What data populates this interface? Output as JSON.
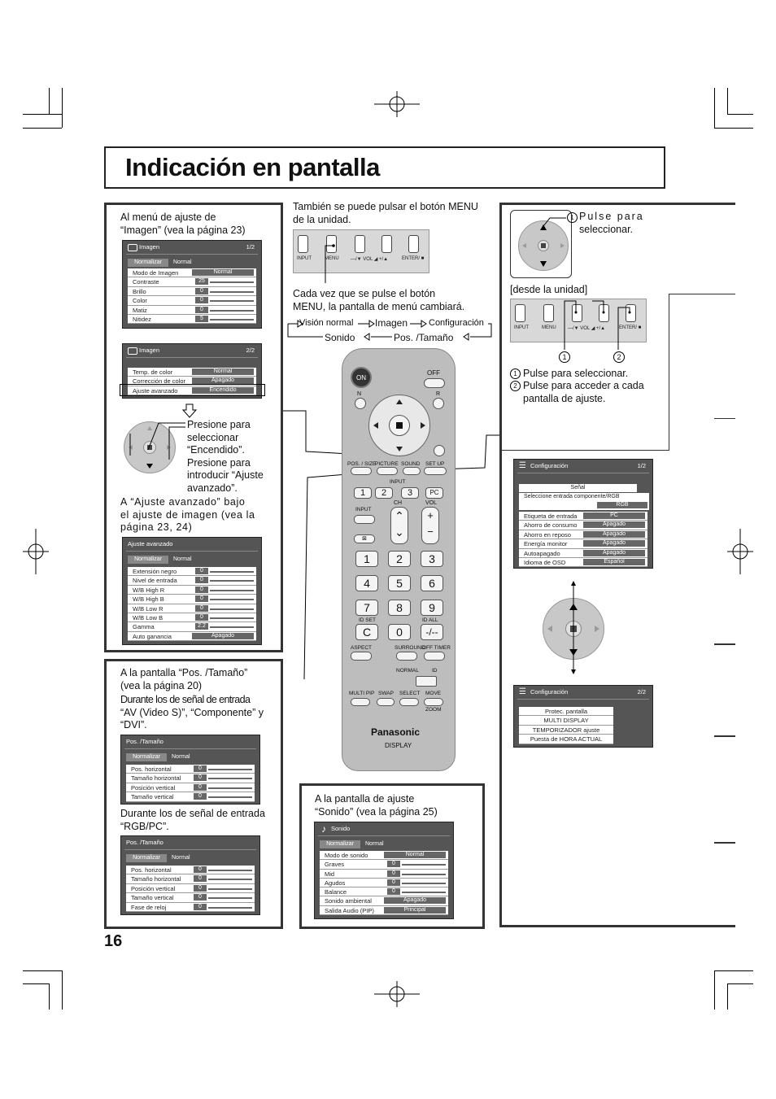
{
  "page_title": "Indicación en pantalla",
  "page_number": "16",
  "left_top": {
    "caption_line1": "Al menú de ajuste de",
    "caption_line2": "“Imagen” (vea la página 23)",
    "osd1": {
      "title": "Imagen",
      "page": "1/2",
      "normalize_btn": "Normalizar",
      "normalize_val": "Normal",
      "rows": [
        {
          "label": "Modo de Imagen",
          "value": "Normal"
        },
        {
          "label": "Contraste",
          "value": "25"
        },
        {
          "label": "Brillo",
          "value": "0"
        },
        {
          "label": "Color",
          "value": "0"
        },
        {
          "label": "Matiz",
          "value": "0"
        },
        {
          "label": "Nitidez",
          "value": "5"
        }
      ]
    },
    "osd2": {
      "title": "Imagen",
      "page": "2/2",
      "rows": [
        {
          "label": "Temp. de color",
          "value": "Normal"
        },
        {
          "label": "Corrección de color",
          "value": "Apagado"
        },
        {
          "label": "Ajuste avanzado",
          "value": "Encendido"
        }
      ]
    },
    "note1": [
      "Presione para",
      "seleccionar",
      "“Encendido”."
    ],
    "note2": [
      "Presione para",
      "introducir “Ajuste",
      "avanzado”."
    ],
    "note3": [
      "A “Ajuste avanzado” bajo",
      "el ajuste de imagen (vea la",
      "página 23, 24)"
    ],
    "osd3": {
      "title": "Ajuste avanzado",
      "normalize_btn": "Normalizar",
      "normalize_val": "Normal",
      "rows": [
        {
          "label": "Extensión negro",
          "value": "0"
        },
        {
          "label": "Nivel de entrada",
          "value": "0"
        },
        {
          "label": "W/B High R",
          "value": "0"
        },
        {
          "label": "W/B High B",
          "value": "0"
        },
        {
          "label": "W/B Low R",
          "value": "0"
        },
        {
          "label": "W/B Low B",
          "value": "0"
        },
        {
          "label": "Gamma",
          "value": "2.2"
        },
        {
          "label": "Auto ganancia",
          "value": "Apagado"
        }
      ]
    }
  },
  "left_bottom": {
    "caption_line1": "A la pantalla “Pos. /Tamaño”",
    "caption_line2": "(vea la página 20)",
    "note1_line1": "Durante los de señal de entrada",
    "note1_line2": "“AV (Video S)”, “Componente” y",
    "note1_line3": "“DVI”.",
    "osd4": {
      "title": "Pos. /Tamaño",
      "normalize_btn": "Normalizar",
      "normalize_val": "Normal",
      "rows": [
        {
          "label": "Pos. horizontal",
          "value": "0"
        },
        {
          "label": "Tamaño horizontal",
          "value": "0"
        },
        {
          "label": "Posición vertical",
          "value": "0"
        },
        {
          "label": "Tamaño vertical",
          "value": "0"
        }
      ]
    },
    "note2_line1": "Durante los de señal de entrada",
    "note2_line2": "“RGB/PC”.",
    "osd5": {
      "title": "Pos. /Tamaño",
      "normalize_btn": "Normalizar",
      "normalize_val": "Normal",
      "rows": [
        {
          "label": "Pos. horizontal",
          "value": "0"
        },
        {
          "label": "Tamaño horizontal",
          "value": "0"
        },
        {
          "label": "Posición vertical",
          "value": "0"
        },
        {
          "label": "Tamaño vertical",
          "value": "0"
        },
        {
          "label": "Fase de reloj",
          "value": "0"
        }
      ]
    }
  },
  "center": {
    "top_note_line1": "También se puede pulsar el botón MENU",
    "top_note_line2": "de la unidad.",
    "unit_labels": [
      "INPUT",
      "MENU",
      "—/▼ VOL ◢ +/▲",
      "ENTER/ ■"
    ],
    "cycle_note_line1": "Cada vez que se pulse el botón",
    "cycle_note_line2": "MENU, la pantalla de menú cambiará.",
    "cycle": {
      "vision": "Visión normal",
      "imagen": "Imagen",
      "config": "Configuración",
      "sonido": "Sonido",
      "pos": "Pos. /Tamaño"
    },
    "remote": {
      "on": "ON",
      "off": "OFF",
      "n": "N",
      "r": "R",
      "pos_size": "POS. / SIZE",
      "picture": "PICTURE",
      "sound": "SOUND",
      "setup": "SET UP",
      "input_label": "INPUT",
      "input": "INPUT",
      "ch": "CH",
      "vol": "VOL",
      "pc": "PC",
      "id_set": "ID SET",
      "id_all": "ID ALL",
      "aspect": "ASPECT",
      "surround": "SURROUND",
      "off_timer": "OFF TIMER",
      "normal": "NORMAL",
      "id": "ID",
      "multi_pip": "MULTI PIP",
      "swap": "SWAP",
      "select": "SELECT",
      "move": "MOVE",
      "zoom": "ZOOM",
      "brand": "Panasonic",
      "display": "DISPLAY",
      "digits": [
        "1",
        "2",
        "3",
        "4",
        "5",
        "6",
        "7",
        "8",
        "9",
        "C",
        "0",
        "-/--"
      ]
    },
    "sound_caption_line1": "A la pantalla de ajuste",
    "sound_caption_line2": "“Sonido” (vea la página 25)",
    "osd6": {
      "title": "Sonido",
      "normalize_btn": "Normalizar",
      "normalize_val": "Normal",
      "rows": [
        {
          "label": "Modo de sonido",
          "value": "Normal"
        },
        {
          "label": "Graves",
          "value": "0"
        },
        {
          "label": "Mid",
          "value": "0"
        },
        {
          "label": "Agudos",
          "value": "0"
        },
        {
          "label": "Balance",
          "value": "0"
        },
        {
          "label": "Sonido ambiental",
          "value": "Apagado"
        },
        {
          "label": "Salida Audio (PIP)",
          "value": "Principal"
        }
      ]
    }
  },
  "right": {
    "step1_top": "Pulse para",
    "step1_top_line2": "seleccionar.",
    "from_unit": "[desde la unidad]",
    "unit_labels": [
      "INPUT",
      "MENU",
      "—/▼ VOL ◢ +/▲",
      "ENTER/ ■"
    ],
    "mark1": "1",
    "mark2": "2",
    "step1": "Pulse para seleccionar.",
    "step2_line1": "Pulse para acceder a cada",
    "step2_line2": "pantalla de ajuste.",
    "osd7": {
      "title": "Configuración",
      "page": "1/2",
      "signal": "Señal",
      "component_label": "Seleccione entrada componente/RGB",
      "component_value": "RGB",
      "rows": [
        {
          "label": "Etiqueta de entrada",
          "value": "PC"
        },
        {
          "label": "Ahorro de consumo",
          "value": "Apagado"
        },
        {
          "label": "Ahorro en reposo",
          "value": "Apagado"
        },
        {
          "label": "Energía monitor",
          "value": "Apagado"
        },
        {
          "label": "Autoapagado",
          "value": "Apagado"
        },
        {
          "label": "Idioma de OSD",
          "value": "Español"
        }
      ]
    },
    "osd8": {
      "title": "Configuración",
      "page": "2/2",
      "items": [
        "Protec. pantalla",
        "MULTI DISPLAY",
        "TEMPORIZADOR ajuste",
        "Puesta de HORA ACTUAL"
      ]
    }
  }
}
